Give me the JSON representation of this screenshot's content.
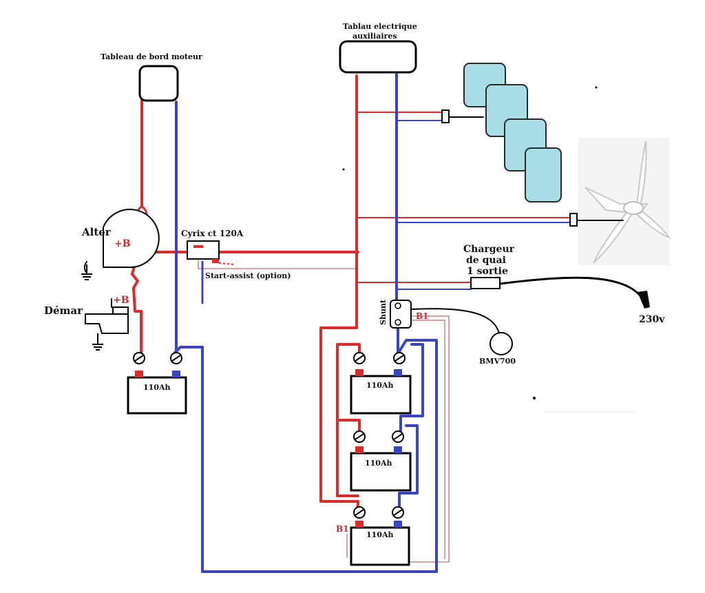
{
  "labels": {
    "dashboard": "Tableau de bord moteur",
    "aux_panel_line1": "Tablau electrique",
    "aux_panel_line2": "auxiliaires",
    "alter": "Alter",
    "alter_b": "+B",
    "demar": "Démar",
    "demar_b": "+B",
    "cyrix": "Cyrix ct 120A",
    "start_assist": "Start-assist (option)",
    "charger_line1": "Chargeur",
    "charger_line2": "de quai",
    "charger_line3": "1 sortie",
    "v230": "230v",
    "shunt": "Shunt",
    "b1_top": "B1",
    "b1_bottom": "B1",
    "bmv": "BMV700",
    "battery_engine": "110Ah",
    "battery_house_1": "110Ah",
    "battery_house_2": "110Ah",
    "battery_house_3": "110Ah"
  },
  "colors": {
    "positive_wire": "#dc2b2b",
    "negative_wire": "#3844c4",
    "solar_panel": "#a9dde6"
  },
  "icons": [
    "ground-icon",
    "solar-panel-icon",
    "wind-turbine-icon",
    "fuse-icon",
    "plug-icon"
  ]
}
